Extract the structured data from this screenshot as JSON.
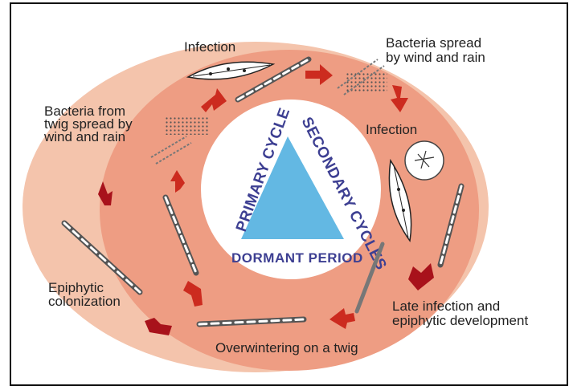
{
  "colors": {
    "outer_ring": "#f4c4ac",
    "inner_ring": "#ee9d83",
    "arrow": "#cc2b1f",
    "arrow_dark": "#a8121b",
    "triangle": "#63b8e3",
    "cycle_text": "#3d3f92"
  },
  "labels": {
    "infection_top": "Infection",
    "bacteria_spread": [
      "Bacteria spread",
      "by wind and rain"
    ],
    "infection_right": "Infection",
    "bacteria_from_twig": [
      "Bacteria from",
      "twig spread by",
      "wind and rain"
    ],
    "epiphytic": [
      "Epiphytic",
      "colonization"
    ],
    "late_infection": [
      "Late infection and",
      "epiphytic development"
    ],
    "overwintering": "Overwintering on a twig"
  },
  "center": {
    "primary_cycle": "PRIMARY CYCLE",
    "secondary_cycles": "SECONDARY CYCLES",
    "dormant_period": "DORMANT PERIOD"
  },
  "icons": [
    "leaf-icon",
    "twig-icon",
    "bacteria-cluster-icon",
    "magnified-leaf-spot-icon",
    "cycle-arrow-icon"
  ]
}
